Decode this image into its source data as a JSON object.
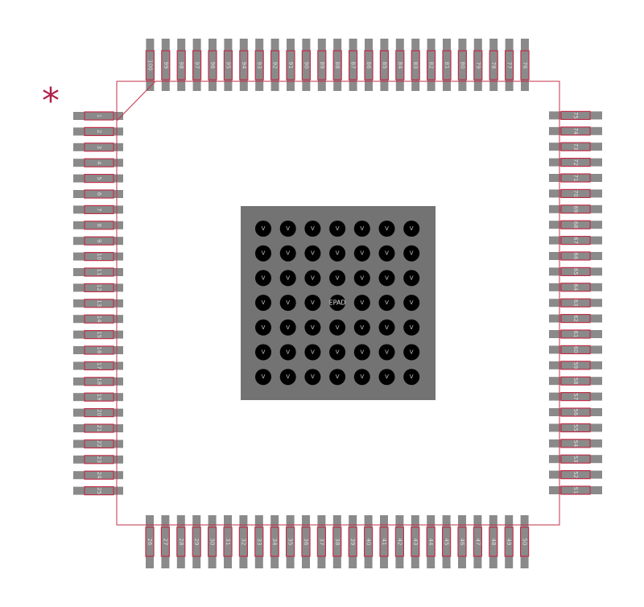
{
  "footprint": {
    "pin1_marker": "*",
    "epad_label": "EPAD",
    "via_label": "V",
    "pins_per_side": 25,
    "total_pins": 100,
    "via_grid": {
      "rows": 7,
      "cols": 7
    },
    "colors": {
      "pad_fill": "#8a8a8a",
      "outline": "#c0304a",
      "epad_fill": "#737373",
      "via_fill": "#000000",
      "label": "#dddddd",
      "background": "#ffffff"
    },
    "sides": {
      "left": {
        "first_pin": 1,
        "last_pin": 25
      },
      "bottom": {
        "first_pin": 26,
        "last_pin": 50
      },
      "right": {
        "first_pin": 51,
        "last_pin": 75
      },
      "top": {
        "first_pin": 76,
        "last_pin": 100
      }
    }
  }
}
